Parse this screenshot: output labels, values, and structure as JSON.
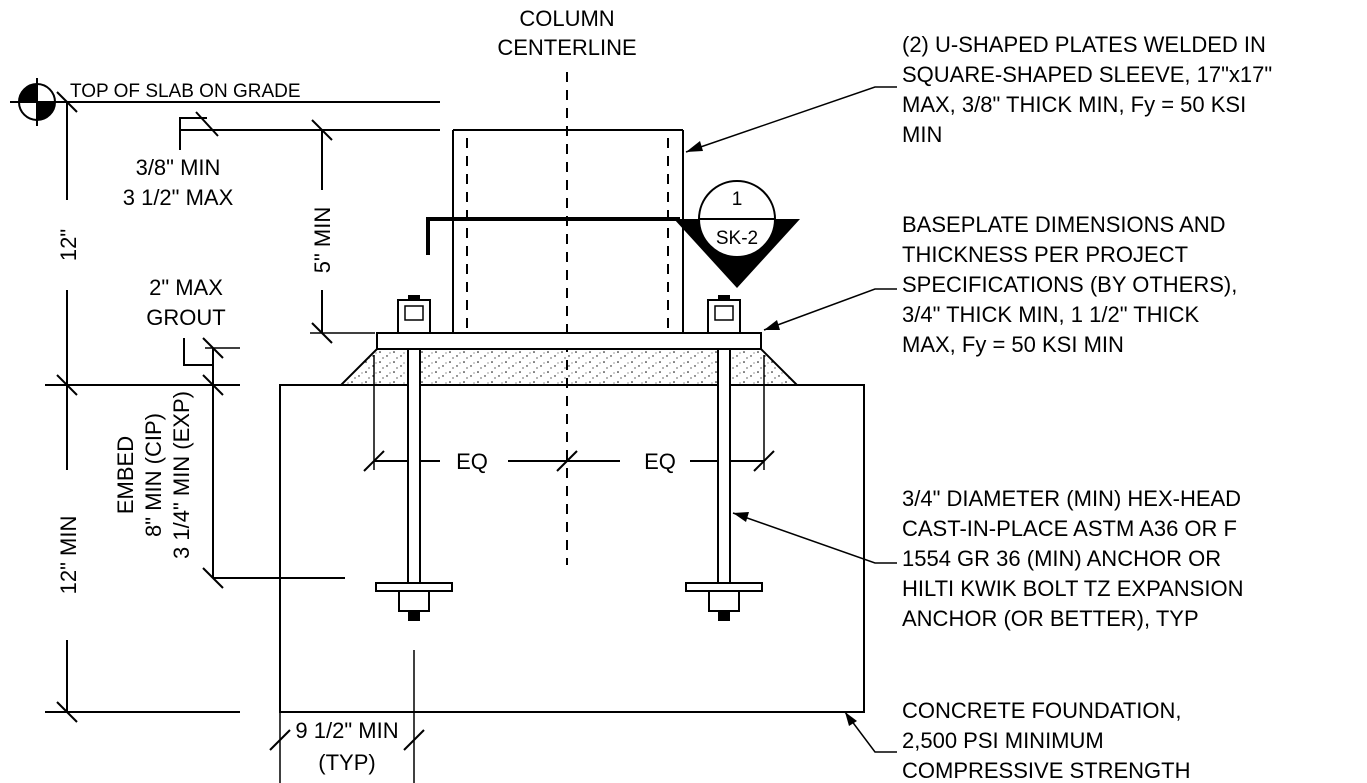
{
  "labels": {
    "column_centerline": [
      "COLUMN",
      "CENTERLINE"
    ],
    "top_of_slab": "TOP OF SLAB ON GRADE",
    "slab_gap": [
      "3/8\" MIN",
      "3 1/2\" MAX"
    ],
    "slab_depth": "12\"",
    "sleeve_depth": "5\" MIN",
    "grout": [
      "2\" MAX",
      "GROUT"
    ],
    "footing_depth": "12\" MIN",
    "embed": [
      "EMBED",
      "8\" MIN (CIP)",
      "3 1/4\" MIN (EXP)"
    ],
    "eq_left": "EQ",
    "eq_right": "EQ",
    "edge_distance": [
      "9 1/2\" MIN",
      "(TYP)"
    ],
    "section_number": "1",
    "section_sheet": "SK-2"
  },
  "notes": {
    "sleeve": [
      "(2) U-SHAPED PLATES WELDED IN",
      "SQUARE-SHAPED SLEEVE, 17\"x17\"",
      "MAX, 3/8\" THICK MIN, Fy = 50 KSI",
      "MIN"
    ],
    "baseplate": [
      "BASEPLATE DIMENSIONS AND",
      "THICKNESS PER PROJECT",
      "SPECIFICATIONS (BY OTHERS),",
      "3/4\" THICK MIN, 1 1/2\" THICK",
      "MAX, Fy = 50 KSI MIN"
    ],
    "anchor": [
      "3/4\" DIAMETER (MIN) HEX-HEAD",
      "CAST-IN-PLACE ASTM A36 OR F",
      "1554 GR 36 (MIN) ANCHOR OR",
      "HILTI KWIK BOLT TZ EXPANSION",
      "ANCHOR (OR BETTER), TYP"
    ],
    "foundation": [
      "CONCRETE FOUNDATION,",
      "2,500 PSI MINIMUM",
      "COMPRESSIVE STRENGTH"
    ]
  },
  "icons": {
    "elevation_marker": "elevation-datum-icon",
    "section_marker": "section-cut-icon"
  }
}
